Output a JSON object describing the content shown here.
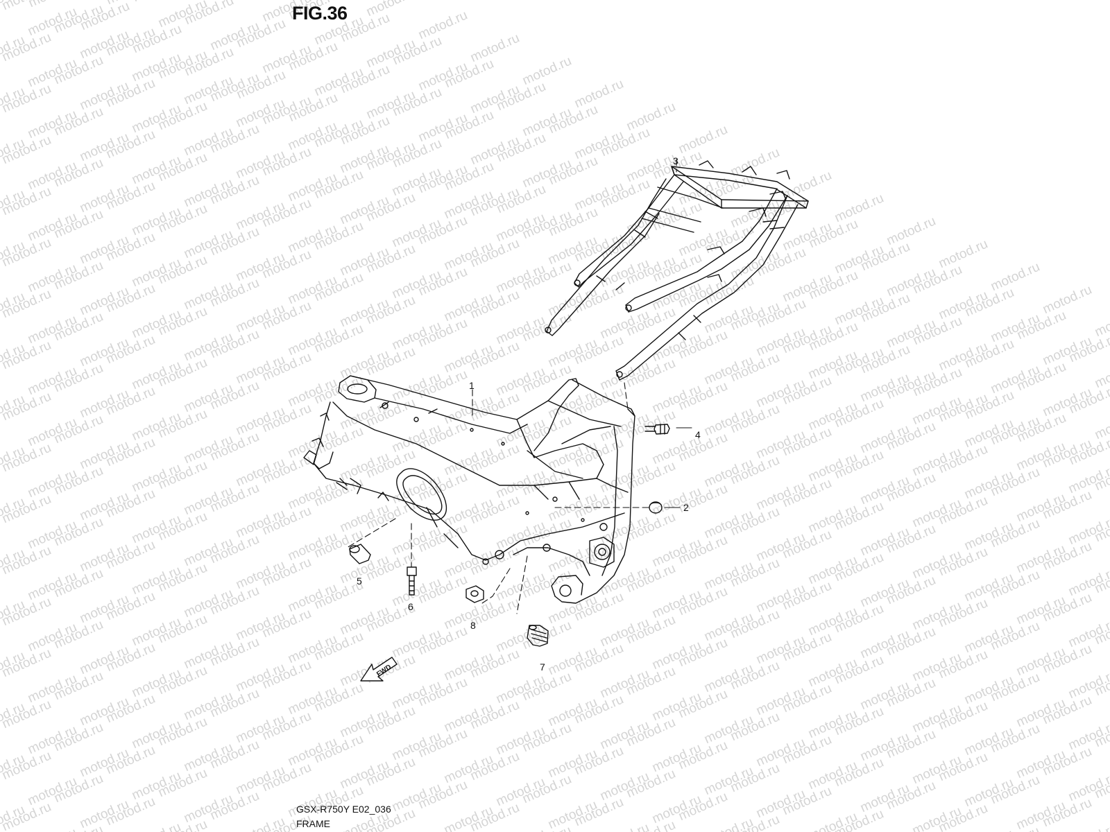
{
  "watermark": {
    "text": "motod.ru"
  },
  "figure": {
    "title": "FIG.36",
    "code": "GSX-R750Y  E02_036",
    "name": "FRAME"
  },
  "callouts": [
    {
      "id": "1",
      "label": "1"
    },
    {
      "id": "2",
      "label": "2"
    },
    {
      "id": "3",
      "label": "3"
    },
    {
      "id": "4",
      "label": "4"
    },
    {
      "id": "5",
      "label": "5"
    },
    {
      "id": "6",
      "label": "6"
    },
    {
      "id": "7",
      "label": "7"
    },
    {
      "id": "8",
      "label": "8"
    }
  ],
  "direction_marker": {
    "text": "FWD"
  }
}
